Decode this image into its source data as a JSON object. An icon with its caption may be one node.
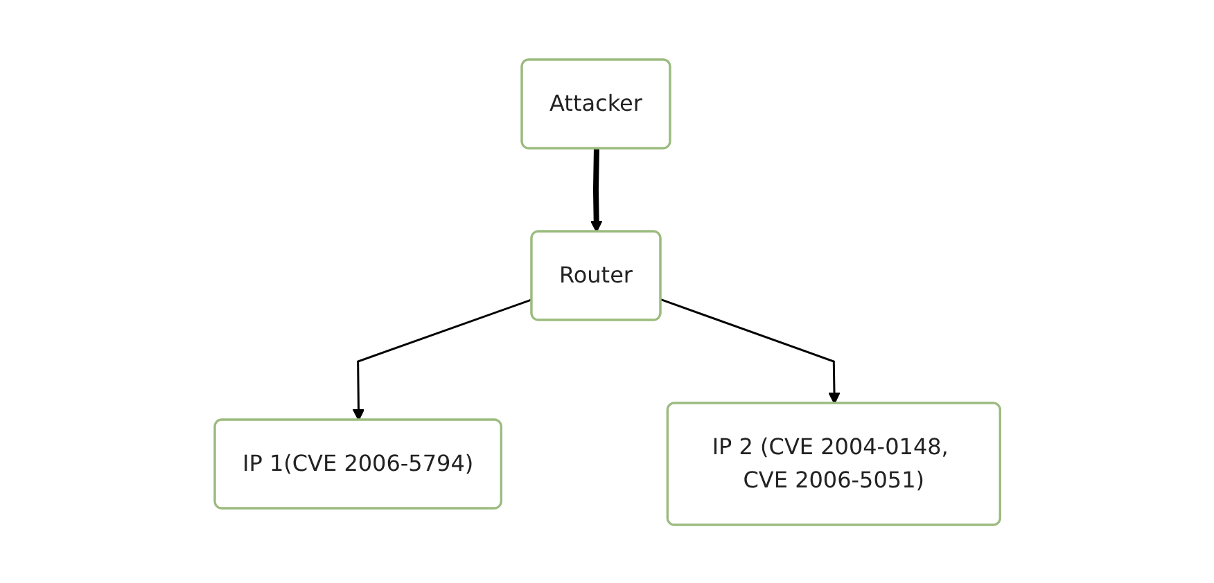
{
  "diagram": {
    "nodes": [
      {
        "text": [
          "Attacker"
        ]
      },
      {
        "text": [
          "Router"
        ]
      },
      {
        "text": [
          "IP 1(CVE 2006-5794)"
        ]
      },
      {
        "text": [
          "IP 2 (CVE 2004-0148, CVE 2006-5051)"
        ]
      }
    ],
    "edges": [
      {
        "from": 0,
        "to": 1,
        "arrow": "to",
        "style": "thick"
      },
      {
        "from": 1,
        "to": 2,
        "arrow": "to"
      },
      {
        "from": 1,
        "to": 3,
        "arrow": "to"
      }
    ]
  }
}
